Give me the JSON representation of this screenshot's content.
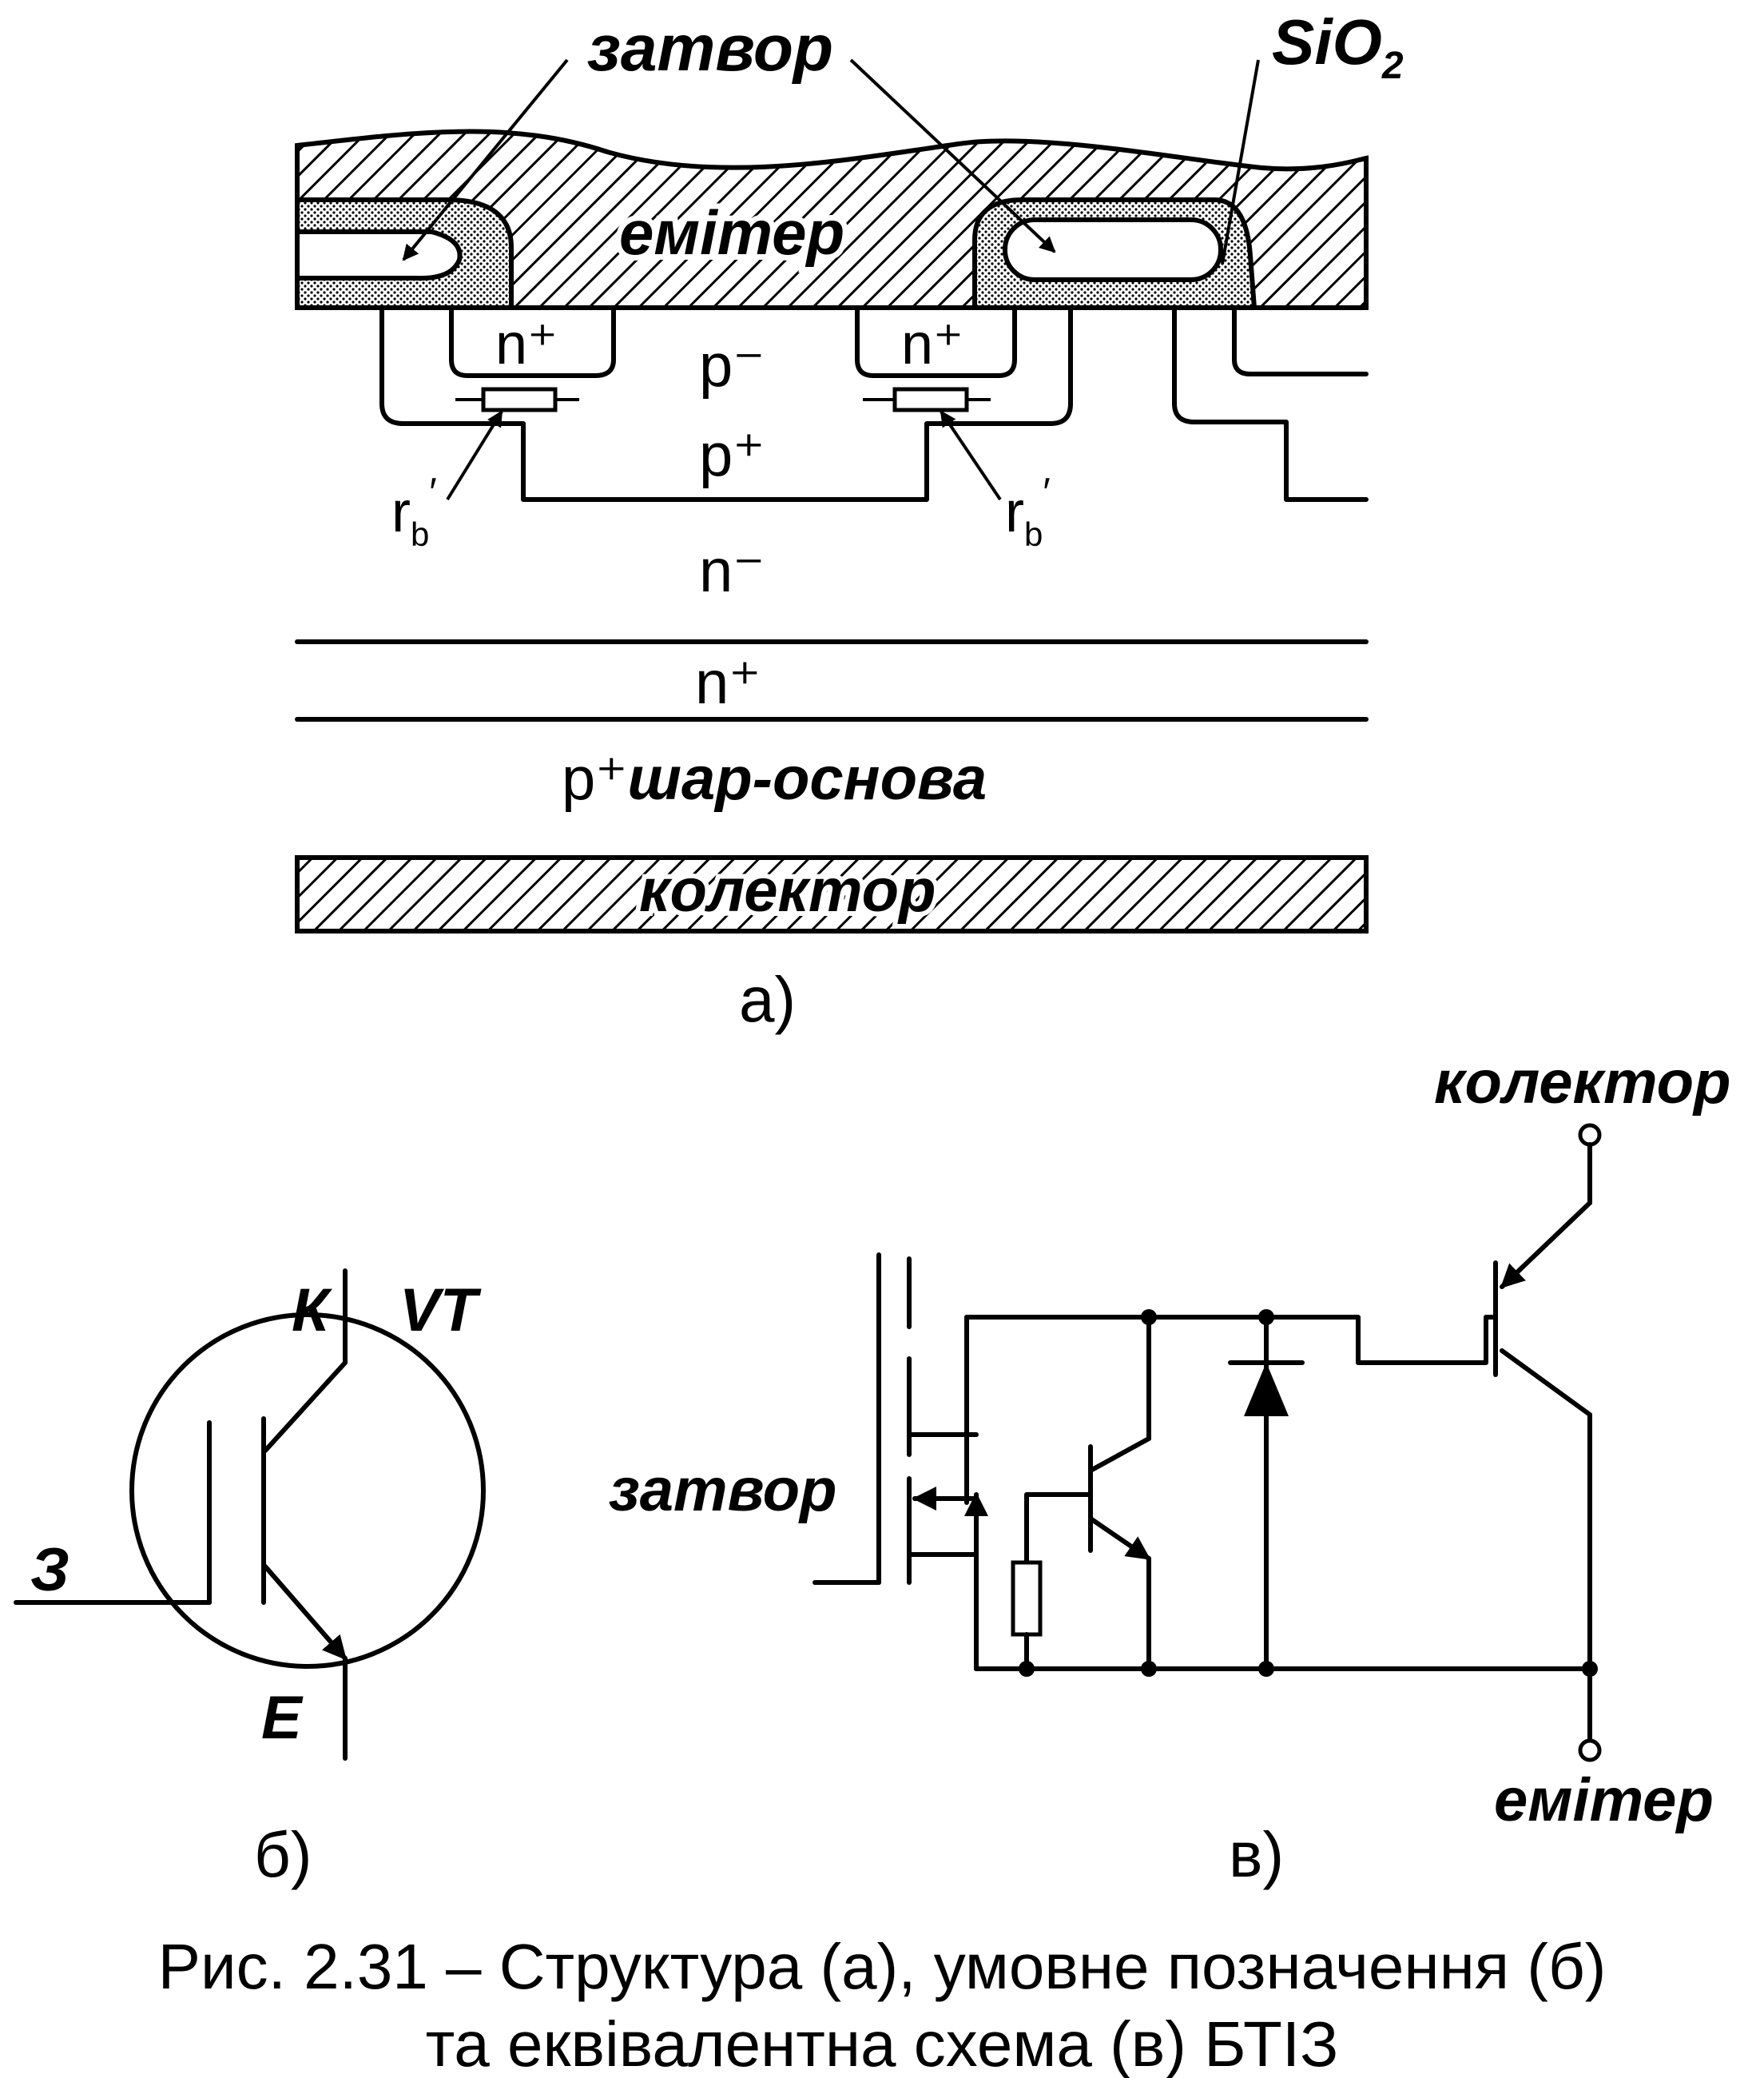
{
  "part_a": {
    "gate_label": "затвор",
    "oxide_label": "SiO",
    "oxide_sub": "2",
    "emitter_label": "емітер",
    "nplus_left": "n⁺",
    "nplus_right": "n⁺",
    "p_minus": "p⁻",
    "p_plus": "p⁺",
    "rb_base": "r",
    "rb_sub": "b",
    "rb_prime": "′",
    "n_minus": "n⁻",
    "n_plus": "n⁺",
    "substrate_p": "p⁺",
    "substrate_label": "шар-основа",
    "collector_label": "колектор",
    "caption": "а)"
  },
  "part_b": {
    "k_label": "К",
    "vt_label": "VT",
    "g_label": "З",
    "e_label": "Е",
    "caption": "б)"
  },
  "part_c": {
    "collector_label": "колектор",
    "gate_label": "затвор",
    "emitter_label": "емітер",
    "caption": "в)"
  },
  "figure_caption": {
    "line1": "Рис. 2.31 – Структура (а), умовне позначення (б)",
    "line2": "та еквівалентна схема (в) БТІЗ"
  }
}
